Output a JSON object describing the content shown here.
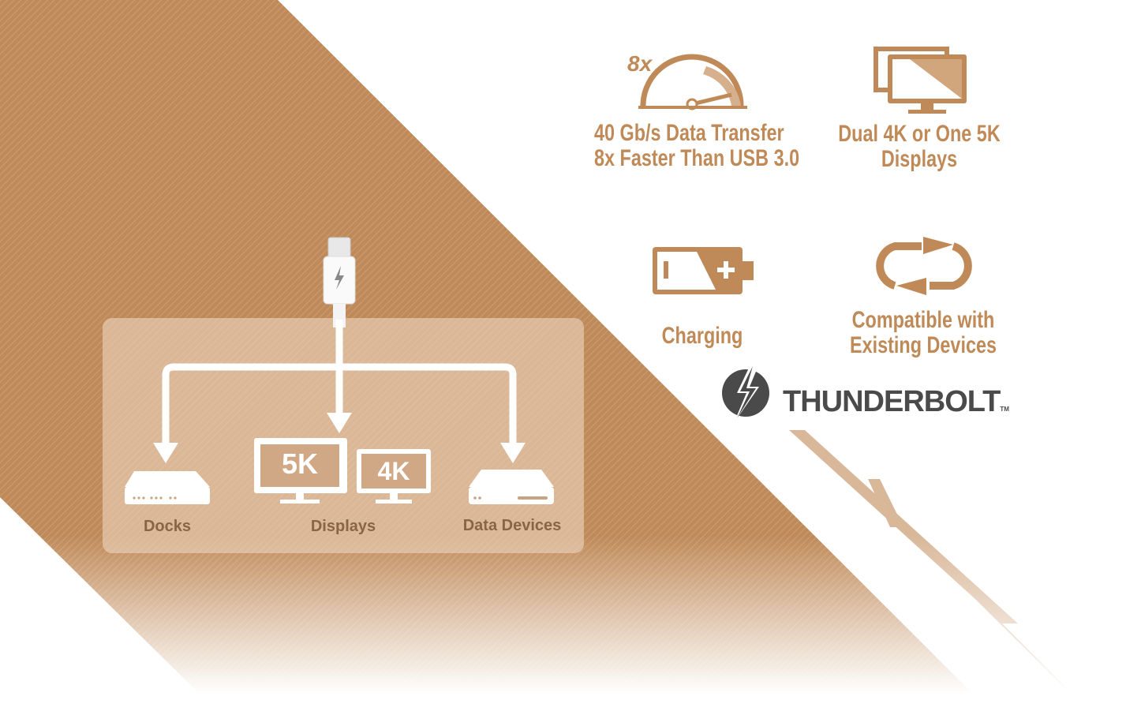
{
  "features": [
    {
      "icon": "speedometer-icon",
      "badge": "8x",
      "lines": [
        "40 Gb/s Data Transfer",
        "8x Faster Than USB 3.0"
      ]
    },
    {
      "icon": "dual-monitor-icon",
      "lines": [
        "Dual 4K or One 5K",
        "Displays"
      ]
    },
    {
      "icon": "battery-charging-icon",
      "lines": [
        "Charging"
      ]
    },
    {
      "icon": "loop-arrows-icon",
      "lines": [
        "Compatible with",
        "Existing Devices"
      ]
    }
  ],
  "logo": {
    "text": "THUNDERBOLT",
    "tm": "TM"
  },
  "diagram": {
    "labels": {
      "docks": "Docks",
      "displays": "Displays",
      "data_devices": "Data Devices"
    },
    "monitor_5k": "5K",
    "monitor_4k": "4K"
  },
  "colors": {
    "brown": "#bf8a5a",
    "text": "#c08a58",
    "panel_label": "#8a6446",
    "logo": "#4a4a4a"
  }
}
